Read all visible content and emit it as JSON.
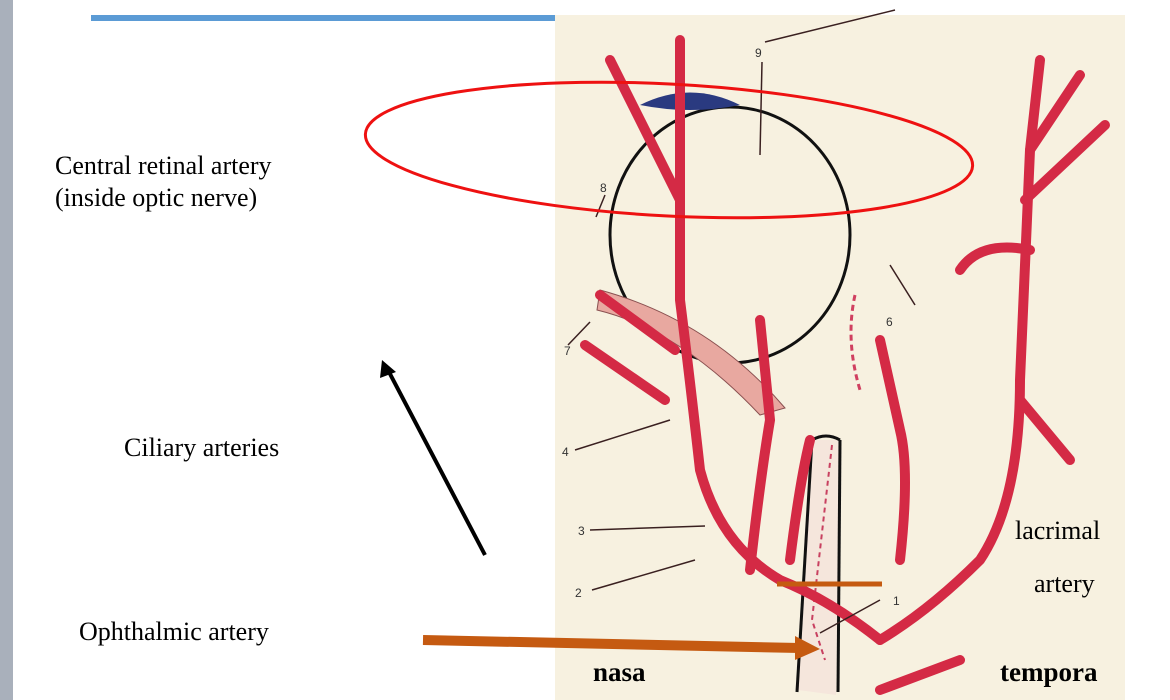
{
  "slide": {
    "accent_color": "#5b9bd5",
    "labels": {
      "central_retinal_line1": "Central retinal artery",
      "central_retinal_line2": "(inside optic nerve)",
      "ciliary": "Ciliary arteries",
      "ophthalmic": "Ophthalmic artery",
      "lacrimal_line1": "lacrimal",
      "lacrimal_line2": "artery",
      "nasal": "nasa",
      "temporal": "tempora"
    },
    "figure_numbers": [
      "1",
      "2",
      "3",
      "4",
      "6",
      "7",
      "8",
      "9"
    ],
    "annotation_colors": {
      "ellipse": "#ee1111",
      "orange_arrow": "#c55a11",
      "black_arrow": "#000000",
      "artery": "#d42a45",
      "nerve": "#f0c8c8",
      "iris": "#2a3a80"
    }
  }
}
